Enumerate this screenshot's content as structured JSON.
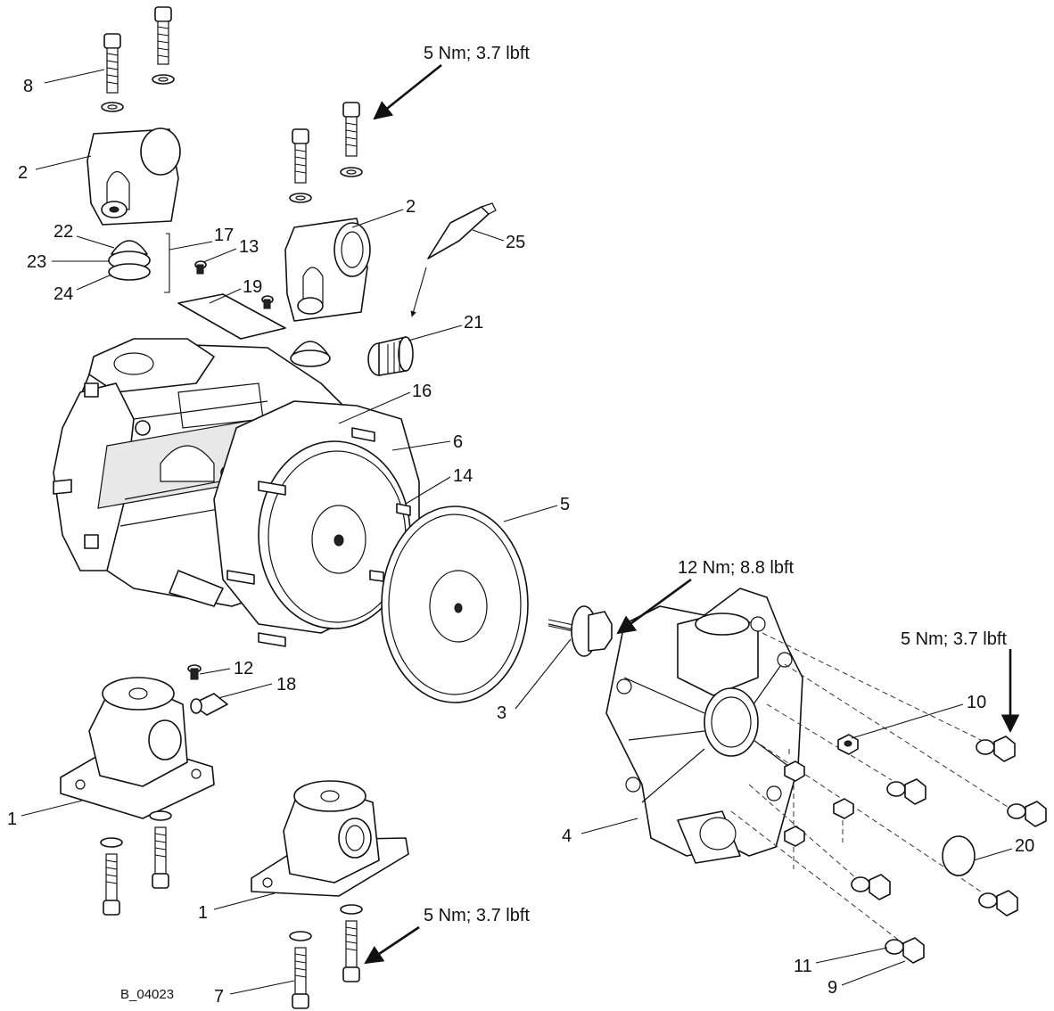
{
  "drawing_number": "B_04023",
  "torque_specs": {
    "top_screws": "5 Nm; 3.7 lbft",
    "center_bolt": "12 Nm; 8.8 lbft",
    "cover_nuts": "5 Nm; 3.7 lbft",
    "bottom_screws": "5 Nm; 3.7 lbft"
  },
  "callouts": {
    "c1a": "1",
    "c1b": "1",
    "c2a": "2",
    "c2b": "2",
    "c3": "3",
    "c4": "4",
    "c5": "5",
    "c6": "6",
    "c7": "7",
    "c8": "8",
    "c9": "9",
    "c10": "10",
    "c11": "11",
    "c12": "12",
    "c13": "13",
    "c14": "14",
    "c16": "16",
    "c17": "17",
    "c18": "18",
    "c19": "19",
    "c20": "20",
    "c21": "21",
    "c22": "22",
    "c23": "23",
    "c24": "24",
    "c25": "25"
  }
}
